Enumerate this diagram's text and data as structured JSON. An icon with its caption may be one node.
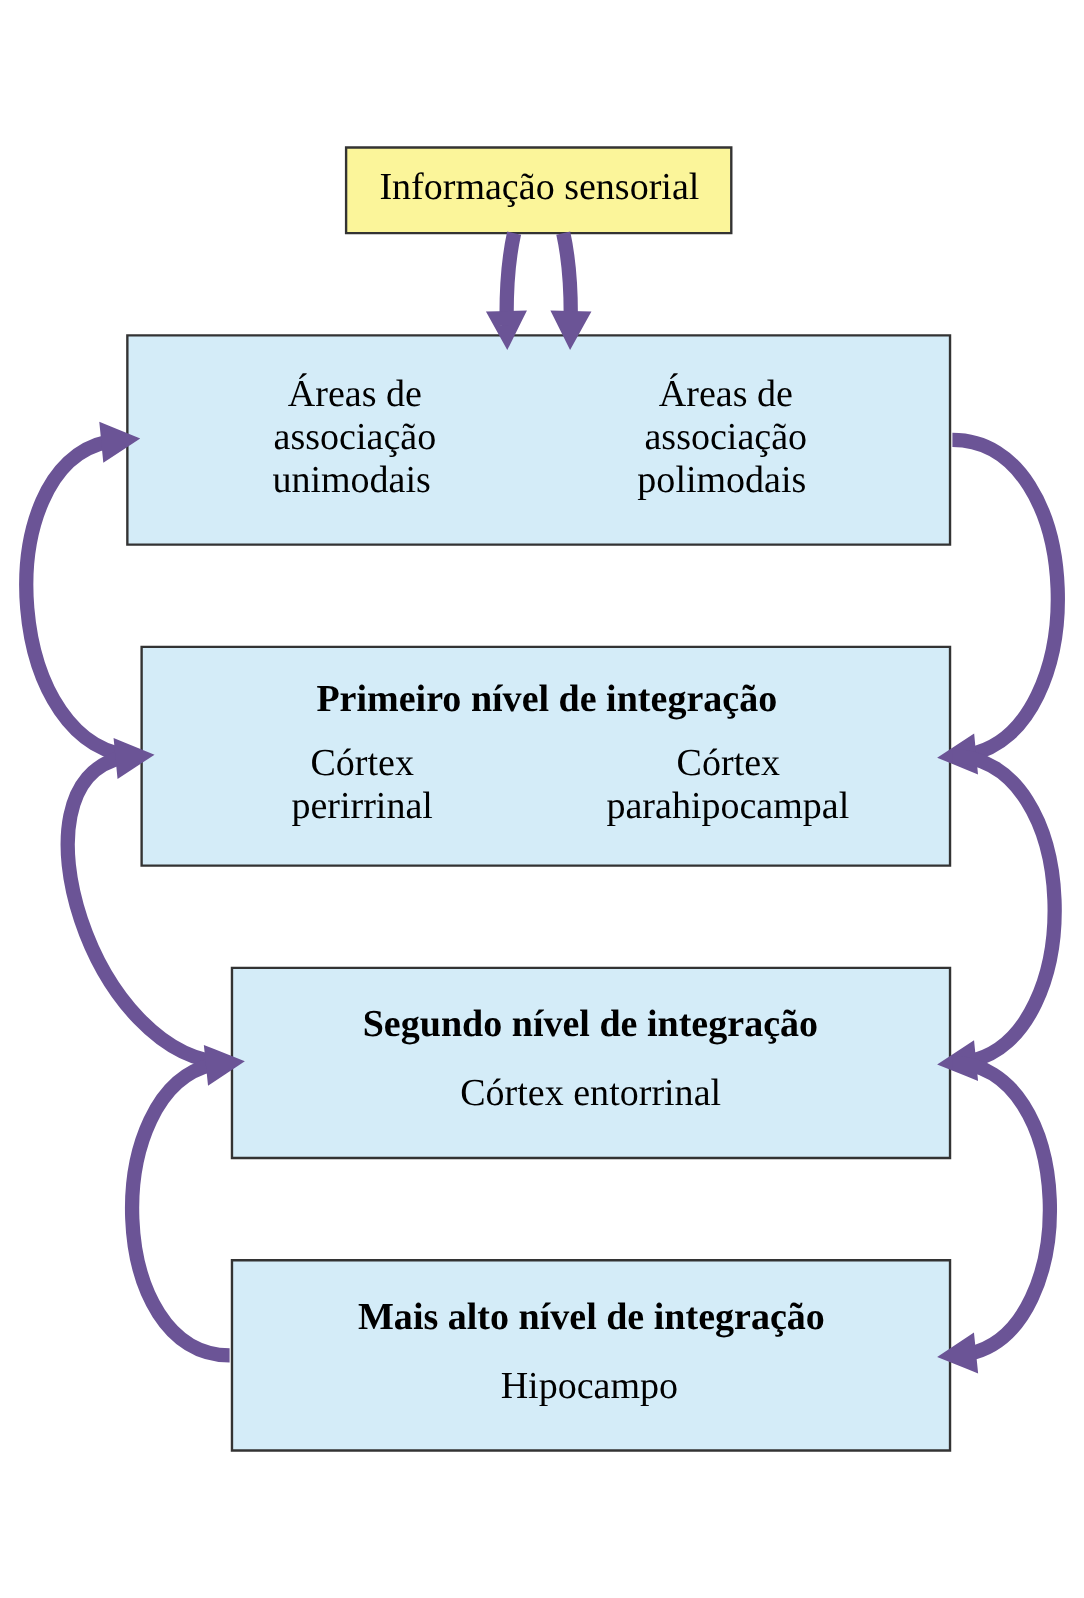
{
  "diagram": {
    "nodes": [
      {
        "text": [
          "Informação sensorial"
        ]
      },
      {
        "text": [
          "Áreas de associação unimodais",
          "Áreas de associação polimodais"
        ]
      },
      {
        "text": [
          "Primeiro nível de integração",
          "Córtex perirrinal",
          "Córtex parahipocampal"
        ]
      },
      {
        "text": [
          "Segundo nível de integração",
          "Córtex entorrinal"
        ]
      },
      {
        "text": [
          "Mais alto nível de integração",
          "Hipocampo"
        ]
      }
    ],
    "edges": [
      {
        "from": 0,
        "to": 1,
        "arrow": "to"
      },
      {
        "from": 0,
        "to": 1,
        "arrow": "to"
      },
      {
        "from": 1,
        "to": 2,
        "arrow": "to"
      },
      {
        "from": 2,
        "to": 3,
        "arrow": "to"
      },
      {
        "from": 3,
        "to": 4,
        "arrow": "to"
      },
      {
        "from": 4,
        "to": 3,
        "arrow": "to"
      },
      {
        "from": 3,
        "to": 2,
        "arrow": "to"
      },
      {
        "from": 2,
        "to": 1,
        "arrow": "to"
      }
    ]
  }
}
